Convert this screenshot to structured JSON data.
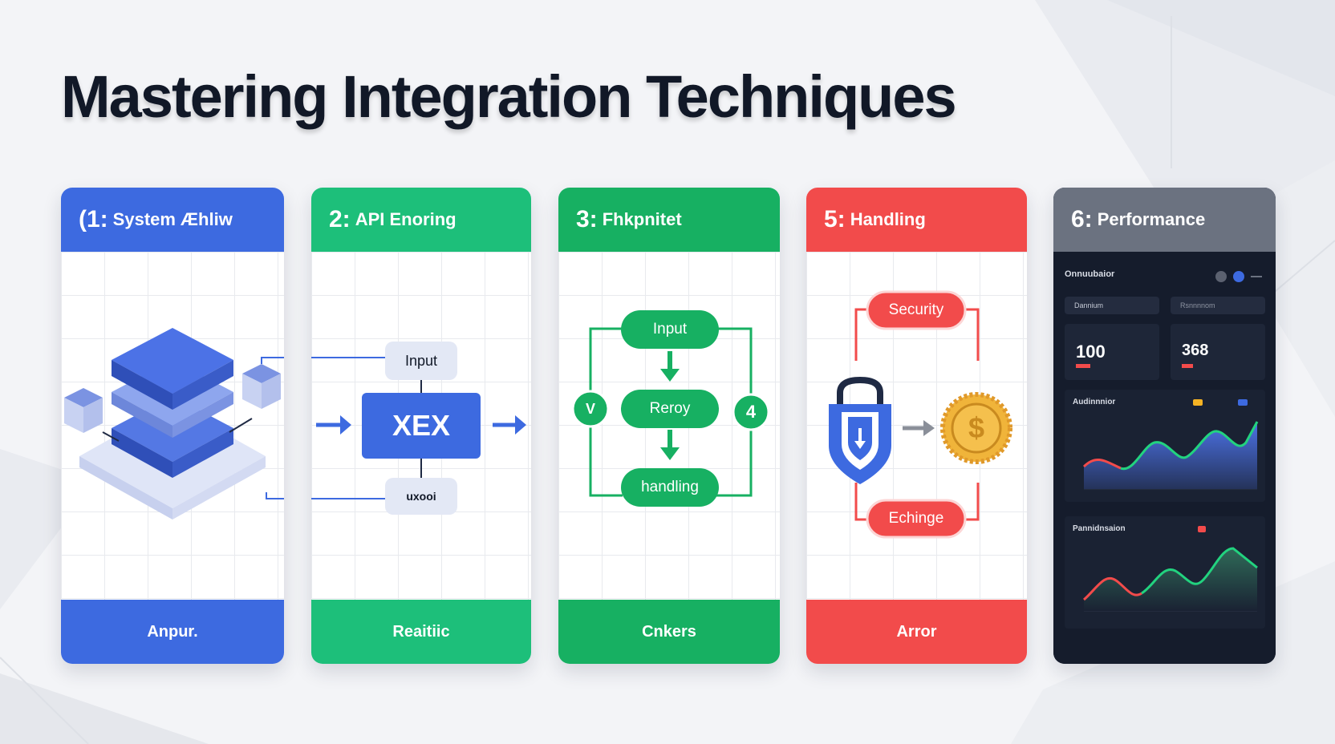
{
  "title": "Mastering Integration Techniques",
  "colors": {
    "blue": "#3d6ae0",
    "green": "#1dbf7a",
    "green_dark": "#17b062",
    "red": "#f24b4b",
    "slate": "#6b7280",
    "dashboard_bg": "#151c2c"
  },
  "cards": [
    {
      "num": "(1:",
      "title": "System Æhliw",
      "footer": "Anpur.",
      "icons": [
        "isometric-layer-stack-icon"
      ]
    },
    {
      "num": "2:",
      "title": "API Enoring",
      "footer": "Reaitiic",
      "flow": {
        "top": "Input",
        "center": "XEX",
        "bottom": "uxooi"
      }
    },
    {
      "num": "3:",
      "title": "Fhkpnitet",
      "footer": "Cnkers",
      "flow": {
        "top": "Input",
        "middle": "Reroy",
        "bottom": "handling",
        "left_badge": "V",
        "right_badge": "4"
      }
    },
    {
      "num": "5:",
      "title": "Handling",
      "footer": "Arror",
      "flow": {
        "top": "Security",
        "bottom": "Echinge"
      },
      "icons": [
        "shield-lock-icon",
        "coin-dollar-icon"
      ]
    },
    {
      "num": "6:",
      "title": "Performance",
      "dashboard": {
        "header": "Onnuubaior",
        "filter1": "Dannium",
        "filter2": "Rsnnnnom",
        "stat1": "100",
        "stat2": "368",
        "chart1_title": "Audinnnior",
        "chart2_title": "Pannidnsaion"
      }
    }
  ]
}
